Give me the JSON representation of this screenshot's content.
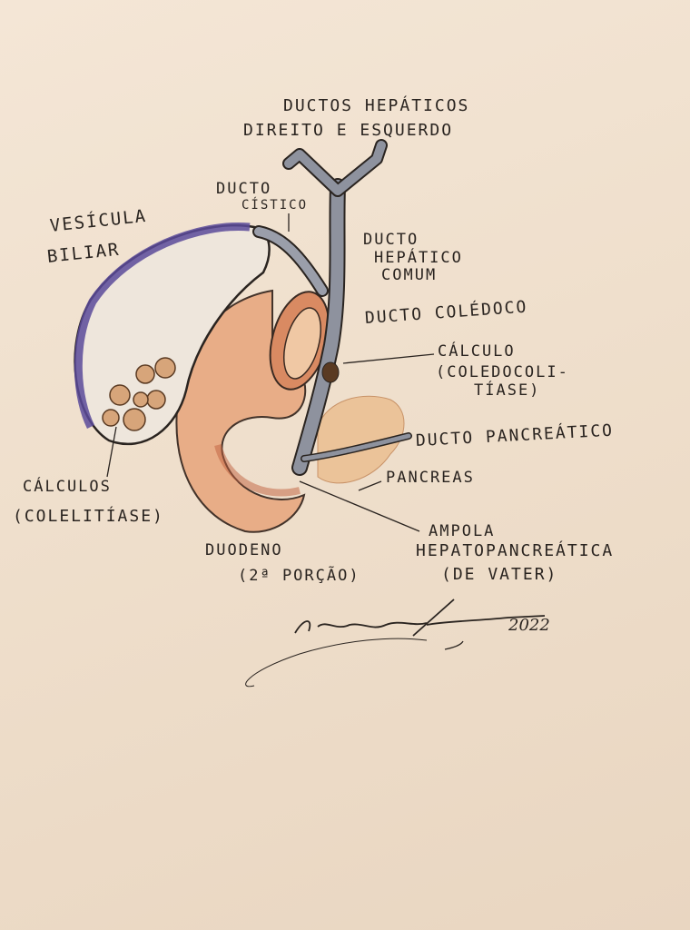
{
  "title_labels": {
    "hepatic_ducts_line1": "DUCTOS HEPÁTICOS",
    "hepatic_ducts_line2": "DIREITO E ESQUERDO"
  },
  "labels": {
    "cystic_duct_line1": "DUCTO",
    "cystic_duct_line2": "CÍSTICO",
    "gallbladder_line1": "VESÍCULA",
    "gallbladder_line2": "BILIAR",
    "common_hepatic_line1": "DUCTO",
    "common_hepatic_line2": "HEPÁTICO",
    "common_hepatic_line3": "COMUM",
    "common_bile_duct": "DUCTO COLÉDOCO",
    "stone_line1": "CÁLCULO",
    "stone_line2": "(COLEDOCOLI-",
    "stone_line3": "TÍASE)",
    "pancreatic_duct": "DUCTO PANCREÁTICO",
    "pancreas": "PANCREAS",
    "ampulla_line1": "AMPOLA",
    "ampulla_line2": "HEPATOPANCREÁTICA",
    "ampulla_line3": "(DE VATER)",
    "duodenum_line1": "DUODENO",
    "duodenum_line2": "(2ª PORÇÃO)",
    "gallstones_line1": "CÁLCULOS",
    "gallstones_line2": "(COLELITÍASE)"
  },
  "signature": {
    "year": "2022"
  },
  "colors": {
    "paper": "#f1e2d0",
    "ink": "#2a2420",
    "duct": "#8e929e",
    "gallbladder_edge": "#5a4a9a",
    "duodenum": "#e0a07a",
    "pancreas": "#e6b27a"
  }
}
